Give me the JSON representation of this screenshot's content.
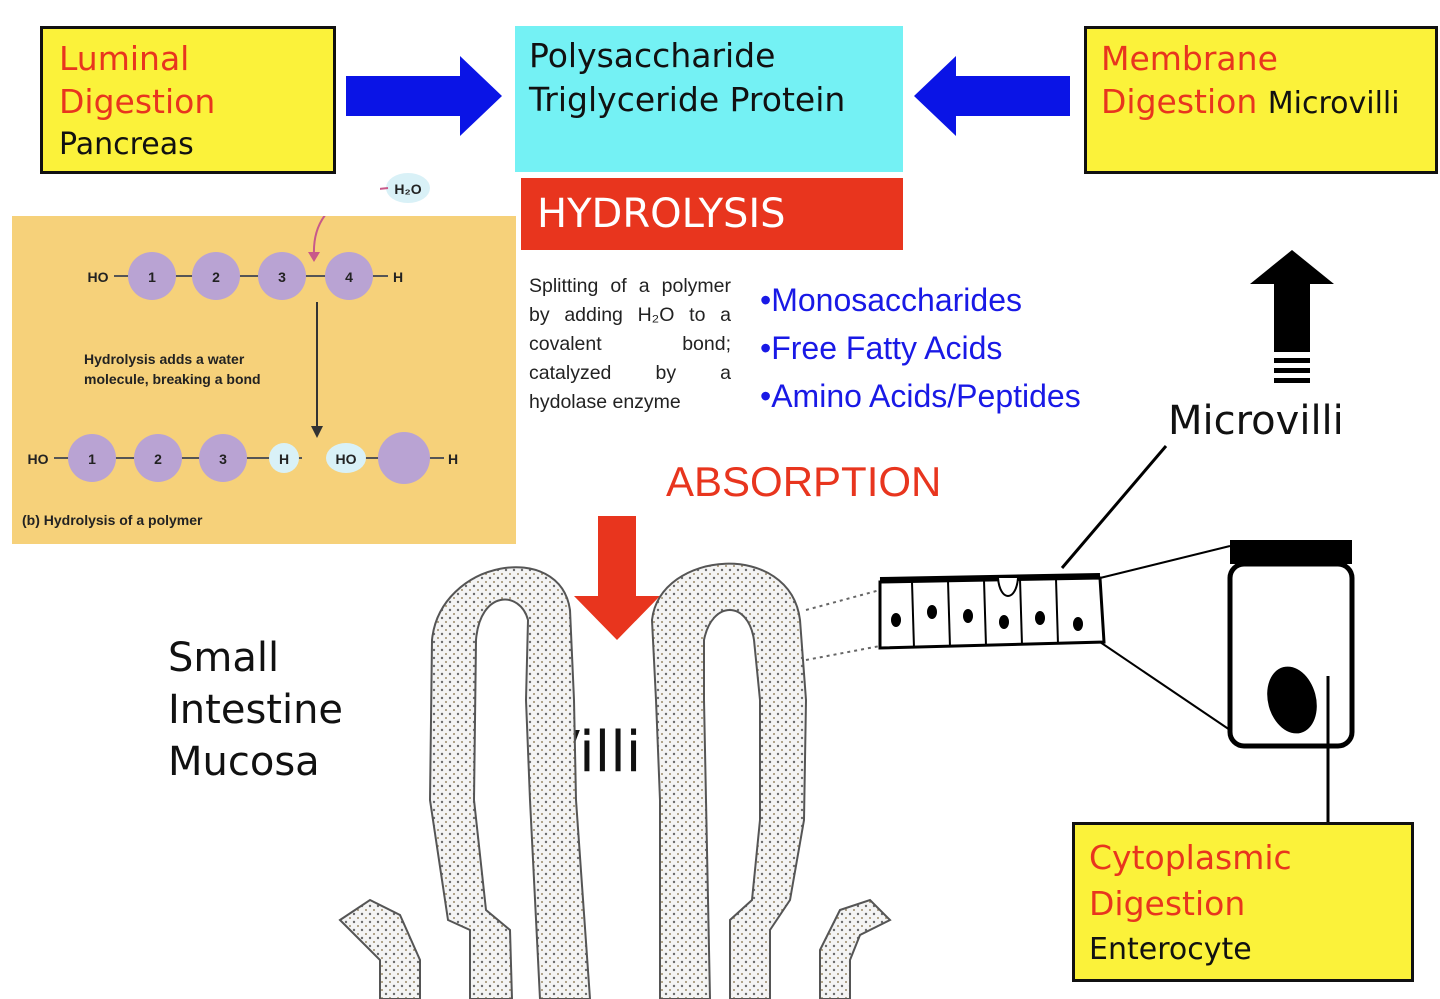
{
  "luminal": {
    "line1": "Luminal",
    "line2": "Digestion",
    "line3": "Pancreas"
  },
  "substrates": {
    "line1": "Polysaccharide",
    "line2": "Triglyceride Protein"
  },
  "membrane": {
    "line1": "Membrane",
    "line2": "Digestion",
    "line2_sub": "Microvilli"
  },
  "hydrolysis": {
    "title": "HYDROLYSIS",
    "definition": "Splitting of a polymer by adding H₂O to a covalent bond; catalyzed by a hydolase enzyme"
  },
  "products": [
    "•Monosaccharides",
    "•Free Fatty Acids",
    "•Amino Acids/Peptides"
  ],
  "absorption": "ABSORPTION",
  "microvilli": "Microvilli",
  "villi": "Villi",
  "mucosa": {
    "line1": "Small",
    "line2": "Intestine",
    "line3": "Mucosa"
  },
  "cytoplasmic": {
    "line1": "Cytoplasmic",
    "line2": "Digestion",
    "line3": "Enterocyte"
  },
  "inset": {
    "water": "H₂O",
    "ho": "HO",
    "h": "H",
    "monomers_top": [
      "1",
      "2",
      "3",
      "4"
    ],
    "monomers_bottom": [
      "1",
      "2",
      "3"
    ],
    "caption_line1": "Hydrolysis adds a water",
    "caption_line2": "molecule, breaking a bond",
    "figure_caption": "(b) Hydrolysis of a polymer"
  },
  "colors": {
    "yellow_box": "#fbf23a",
    "cyan_box": "#74f1f4",
    "red": "#e8351e",
    "blue_arrow": "#0a14e6",
    "product_blue": "#1919e6",
    "inset_bg": "#f6d17a",
    "monomer": "#b9a3d3"
  }
}
